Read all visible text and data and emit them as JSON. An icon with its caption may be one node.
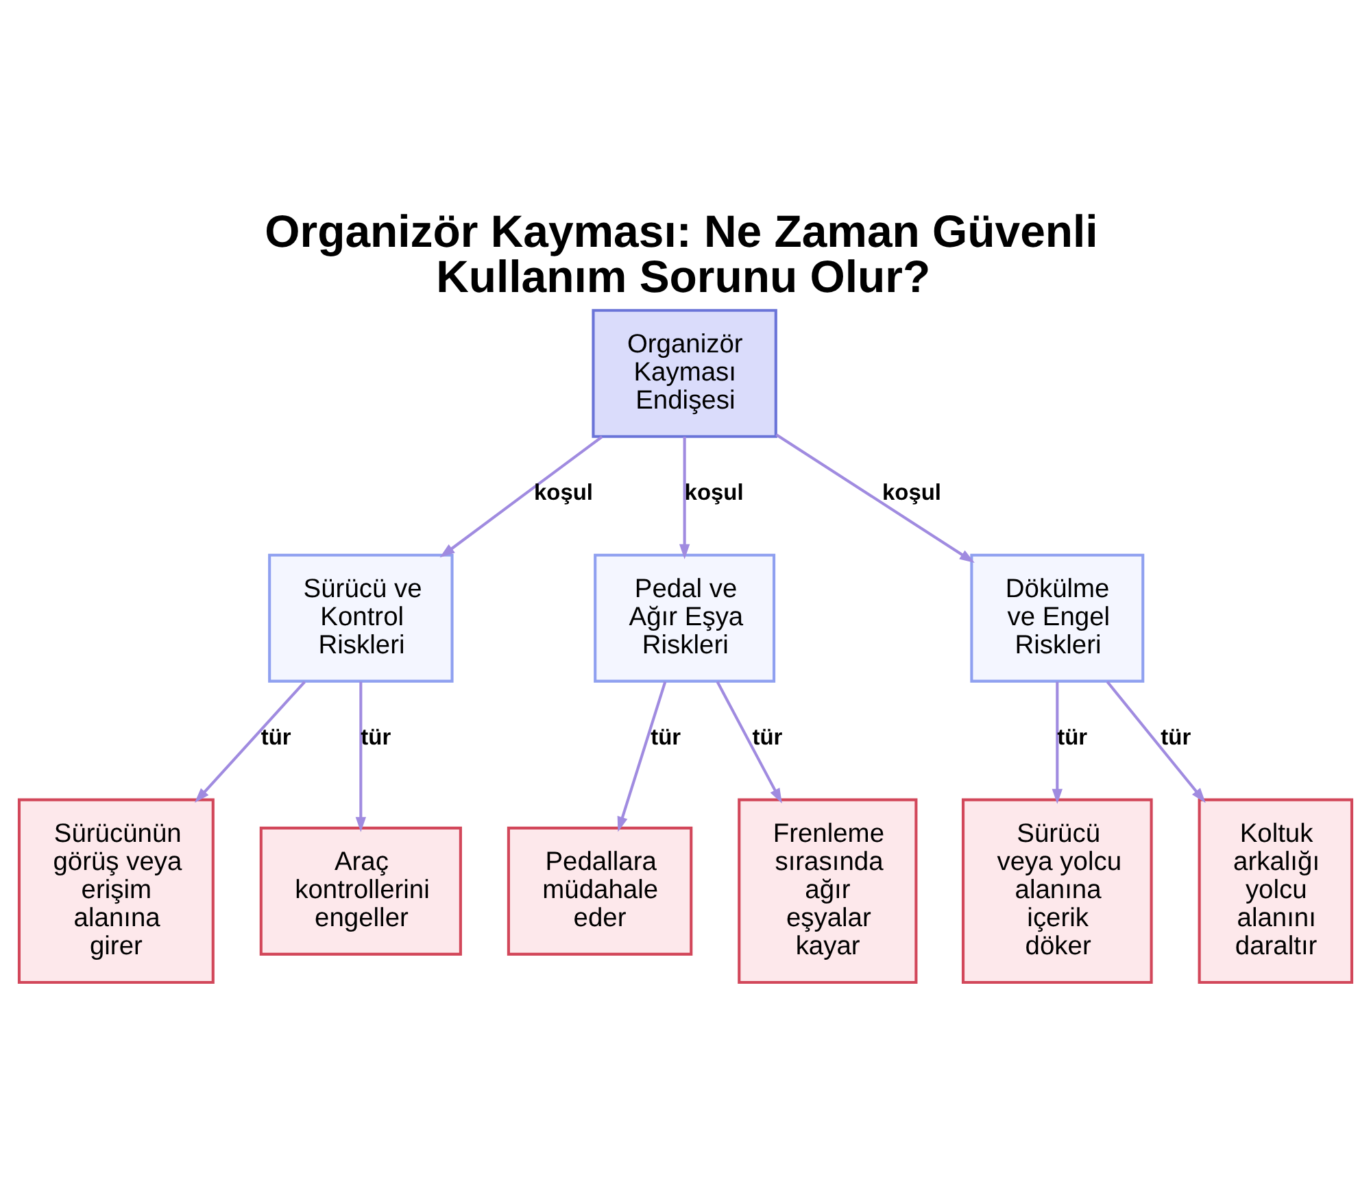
{
  "diagram": {
    "title": "Organizör Kayması: Ne Zaman Güvenli Kullanım Sorunu Olur?",
    "nodes": [
      {
        "text": [
          "Organizör Kayması Endişesi"
        ]
      },
      {
        "text": [
          "Sürücü ve Kontrol Riskleri"
        ]
      },
      {
        "text": [
          "Pedal ve Ağır Eşya Riskleri"
        ]
      },
      {
        "text": [
          "Dökülme ve Engel Riskleri"
        ]
      },
      {
        "text": [
          "Sürücünün görüş veya erişim alanına girer"
        ]
      },
      {
        "text": [
          "Araç kontrollerini engeller"
        ]
      },
      {
        "text": [
          "Pedallara müdahale eder"
        ]
      },
      {
        "text": [
          "Frenleme sırasında ağır eşyalar kayar"
        ]
      },
      {
        "text": [
          "Sürücü veya yolcu alanına içerik döker"
        ]
      },
      {
        "text": [
          "Koltuk arkalığı yolcu alanını daraltır"
        ]
      }
    ],
    "edges": [
      {
        "from": 0,
        "to": 1,
        "arrow": "to",
        "label": "koşul"
      },
      {
        "from": 0,
        "to": 2,
        "arrow": "to",
        "label": "koşul"
      },
      {
        "from": 0,
        "to": 3,
        "arrow": "to",
        "label": "koşul"
      },
      {
        "from": 1,
        "to": 4,
        "arrow": "to",
        "label": "tür"
      },
      {
        "from": 1,
        "to": 5,
        "arrow": "to",
        "label": "tür"
      },
      {
        "from": 2,
        "to": 6,
        "arrow": "to",
        "label": "tür"
      },
      {
        "from": 2,
        "to": 7,
        "arrow": "to",
        "label": "tür"
      },
      {
        "from": 3,
        "to": 8,
        "arrow": "to",
        "label": "tür"
      },
      {
        "from": 3,
        "to": 9,
        "arrow": "to",
        "label": "tür"
      }
    ]
  }
}
